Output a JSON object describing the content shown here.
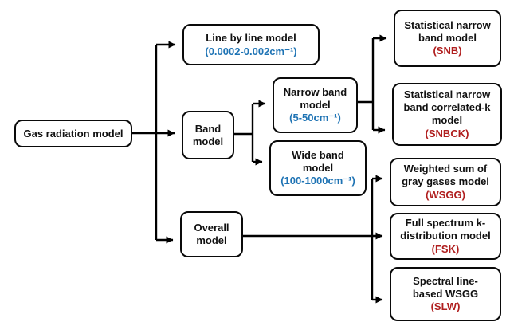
{
  "colors": {
    "accent_blue": "#1E73B4",
    "accent_red": "#B01E1E",
    "line_color": "#000000"
  },
  "nodes": {
    "root": {
      "label": "Gas radiation model"
    },
    "line_by_line": {
      "title": "Line by line model",
      "range": "(0.0002-0.002cm⁻¹)"
    },
    "band": {
      "title": "Band model"
    },
    "narrow_band": {
      "title": "Narrow band model",
      "range": "(5-50cm⁻¹)"
    },
    "wide_band": {
      "title": "Wide band model",
      "range": "(100-1000cm⁻¹)"
    },
    "snb": {
      "title": "Statistical narrow band model",
      "abbr": "(SNB)"
    },
    "snbck": {
      "title": "Statistical narrow band correlated-k model",
      "abbr": "(SNBCK)"
    },
    "overall": {
      "title": "Overall model"
    },
    "wsgg": {
      "title": "Weighted sum of gray gases model",
      "abbr": "(WSGG)"
    },
    "fsk": {
      "title": "Full spectrum k-distribution model",
      "abbr": "(FSK)"
    },
    "slw": {
      "title": "Spectral line-based WSGG",
      "abbr": "(SLW)"
    }
  }
}
